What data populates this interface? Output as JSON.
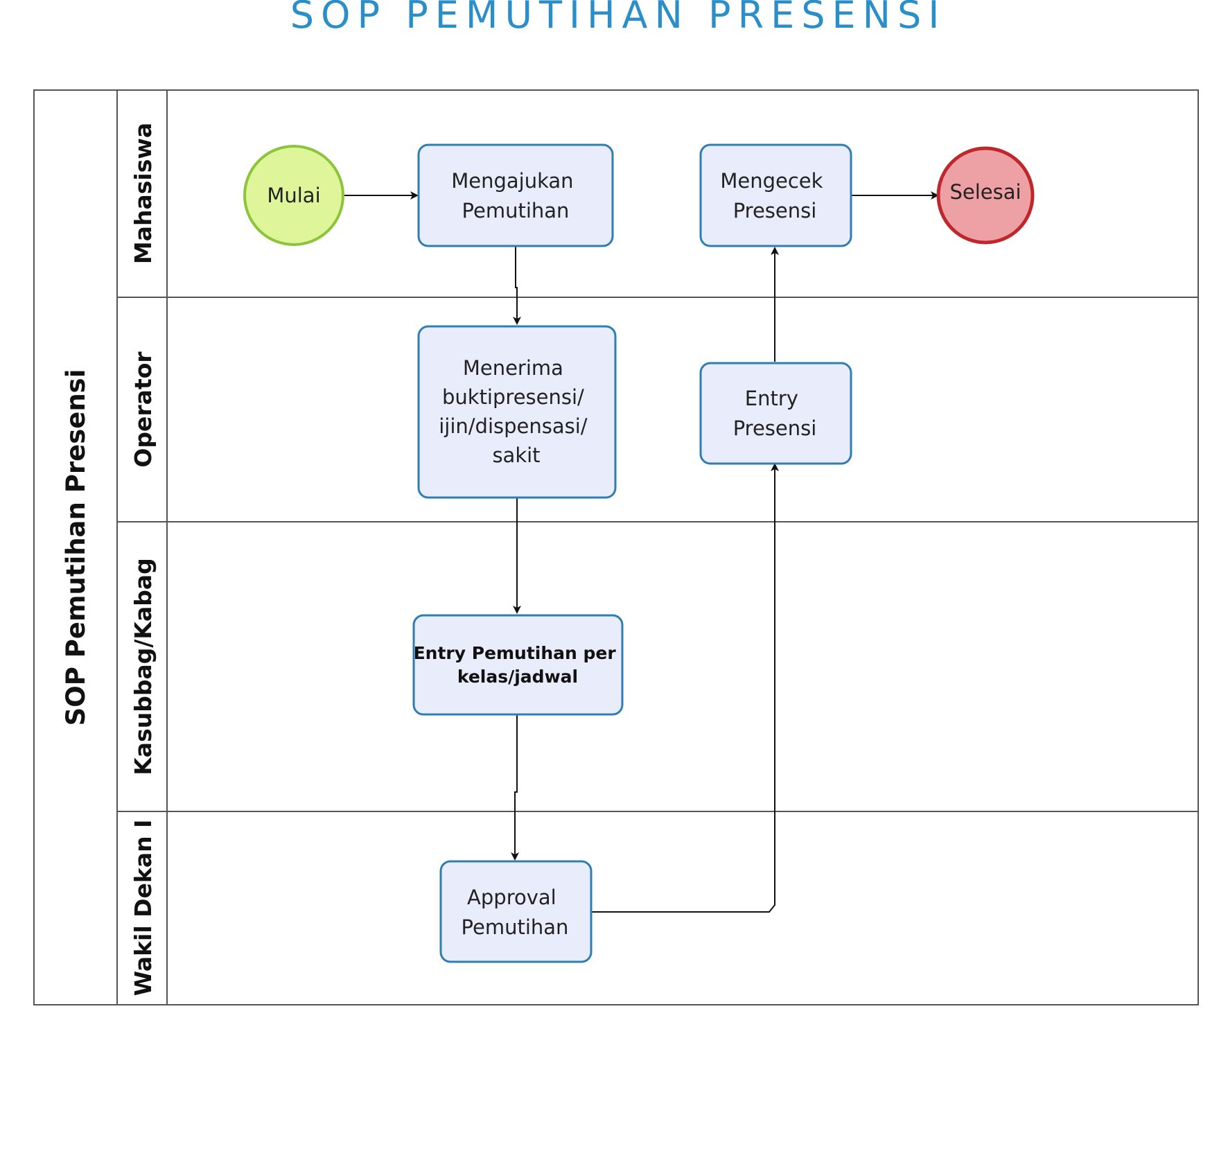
{
  "title": "SOP PEMUTIHAN PRESENSI",
  "pool": {
    "label": "SOP Pemutihan Presensi"
  },
  "lanes": [
    {
      "label": "Mahasiswa"
    },
    {
      "label": "Operator"
    },
    {
      "label": "Kasubbag/Kabag"
    },
    {
      "label": "Wakil Dekan I"
    }
  ],
  "nodes": {
    "start": {
      "text": "Mulai"
    },
    "mengajukan": {
      "lines": [
        "Mengajukan",
        "Pemutihan"
      ]
    },
    "mengecek": {
      "lines": [
        "Mengecek",
        "Presensi"
      ]
    },
    "end": {
      "text": "Selesai"
    },
    "menerima": {
      "lines": [
        "Menerima",
        "buktipresensi/",
        "ijin/dispensasi/",
        "sakit"
      ]
    },
    "entry_presensi": {
      "lines": [
        "Entry",
        "Presensi"
      ]
    },
    "entry_pemutihan": {
      "lines": [
        "Entry Pemutihan per",
        "kelas/jadwal"
      ]
    },
    "approval": {
      "lines": [
        "Approval",
        "Pemutihan"
      ]
    }
  },
  "colors": {
    "title": "#2a8fc8",
    "border": "#555555",
    "task_fill": "#e8ecfb",
    "task_stroke": "#2f7db5",
    "start_fill": "#dff59a",
    "start_stroke": "#8cc43a",
    "end_fill": "#eea1a4",
    "end_stroke": "#c0272d",
    "arrow": "#111111",
    "text": "#222222"
  }
}
